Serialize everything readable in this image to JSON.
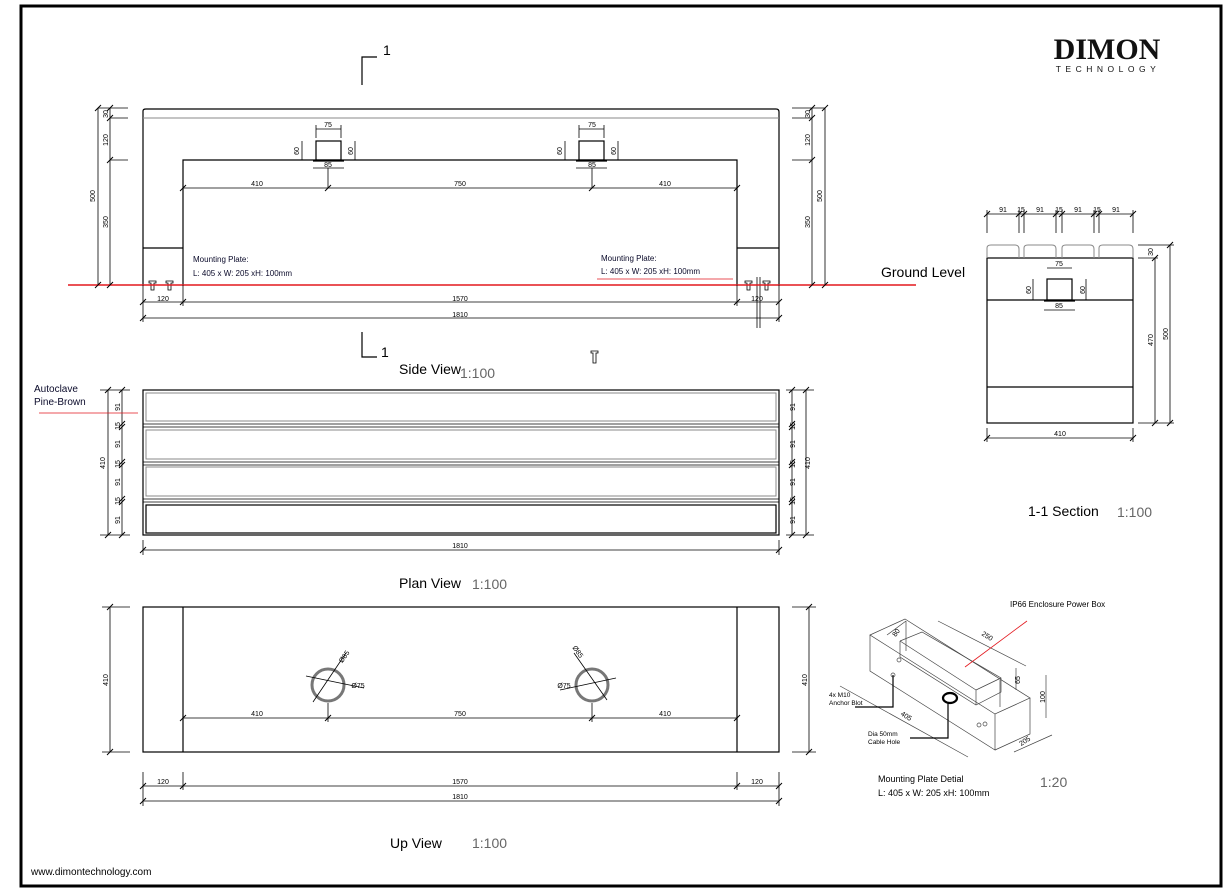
{
  "logo": {
    "name": "DIMON",
    "subtitle": "TECHNOLOGY"
  },
  "website": "www.dimontechnology.com",
  "section_mark": "1",
  "ground_level": "Ground Level",
  "side_view": {
    "title": "Side View",
    "scale": "1:100",
    "mounting_plate_label": "Mounting Plate:",
    "mounting_plate_dims": "L: 405 x W: 205 xH: 100mm",
    "dims": {
      "top_cap": "30",
      "upper": "120",
      "lower": "350",
      "total_h": "500",
      "hole_w": "75",
      "hole_base": "85",
      "hole_h": "60",
      "span_side": "410",
      "span_mid": "750",
      "leg": "120",
      "inner": "1570",
      "total_l": "1810"
    }
  },
  "plan_view": {
    "title": "Plan View",
    "scale": "1:100",
    "material_line1": "Autoclave",
    "material_line2": "Pine-Brown",
    "dims": {
      "slat": "91",
      "gap": "15",
      "total_w": "410",
      "total_l": "1810"
    }
  },
  "up_view": {
    "title": "Up View",
    "scale": "1:100",
    "dims": {
      "outer_dia": "Ø85",
      "inner_dia": "Ø75",
      "span_side": "410",
      "span_mid": "750",
      "leg": "120",
      "inner": "1570",
      "total_l": "1810",
      "total_w": "410"
    }
  },
  "section_view": {
    "title": "1-1 Section",
    "scale": "1:100",
    "dims": {
      "slat": "91",
      "gap": "15",
      "hole_w": "75",
      "hole_base": "85",
      "hole_h": "60",
      "top_cap": "30",
      "body_h": "470",
      "total_h": "500",
      "width": "410"
    }
  },
  "detail": {
    "enclosure_label": "IP66 Enclosure Power  Box",
    "anchor_line1": "4x M10",
    "anchor_line2": "Anchor Blot",
    "cable_line1": "Dia 50mm",
    "cable_line2": "Cable Hole",
    "title": "Mounting Plate Detial",
    "dims_text": "L: 405 x W: 205 xH: 100mm",
    "scale": "1:20",
    "dims": {
      "box_w": "80",
      "box_l": "250",
      "box_h": "65",
      "height": "100",
      "width": "205",
      "length": "405"
    }
  }
}
